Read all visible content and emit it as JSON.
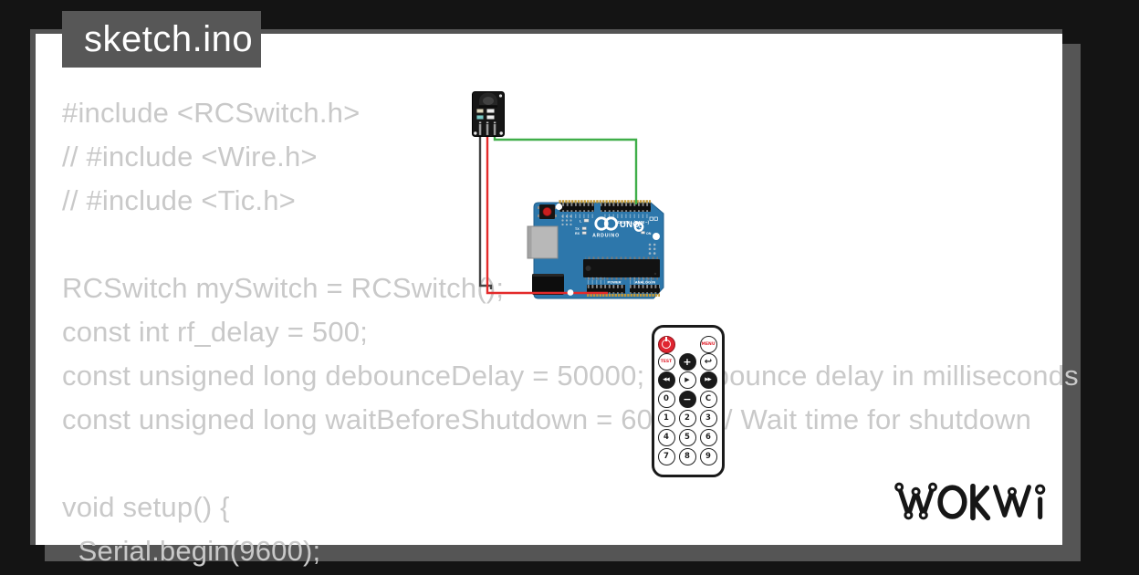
{
  "title_tab": {
    "label": "sketch.ino"
  },
  "code": {
    "lines": [
      "#include <RCSwitch.h>",
      "// #include <Wire.h>",
      "// #include <Tic.h>",
      "",
      "RCSwitch mySwitch = RCSwitch();",
      "const int rf_delay = 500;",
      "const unsigned long debounceDelay = 50000; // Debounce delay in milliseconds",
      "const unsigned long waitBeforeShutdown = 60000; // Wait time for shutdown",
      "",
      "void setup() {",
      "  Serial.begin(9600);"
    ]
  },
  "diagram": {
    "arduino_uno": {
      "digital_label": "DIGITAL (PWM ~)",
      "model": "UNO",
      "brand": "ARDUINO",
      "led_label": "L",
      "tx_label": "TX",
      "rx_label": "RX",
      "on_label": "ON",
      "power_label": "POWER",
      "analog_label": "ANALOG IN"
    },
    "ir_remote": {
      "menu": "MENU",
      "test": "TEST",
      "plus": "+",
      "minus": "−",
      "back": "↩",
      "prev": "◀◀",
      "play": "▶",
      "next": "▶▶",
      "clear": "C",
      "digits": [
        "0",
        "1",
        "2",
        "3",
        "4",
        "5",
        "6",
        "7",
        "8",
        "9"
      ]
    },
    "wire_colors": [
      "#454545",
      "#e32a2a",
      "#3fae49"
    ]
  },
  "logo": {
    "text": "WOKWI"
  },
  "colors": {
    "frame": "#141414",
    "panel_shadow": "#555555",
    "page": "#ffffff",
    "title_bg": "#575757",
    "code_text": "#c9c9c9",
    "board_blue": "#2d77ab",
    "remote_red": "#e02530"
  }
}
